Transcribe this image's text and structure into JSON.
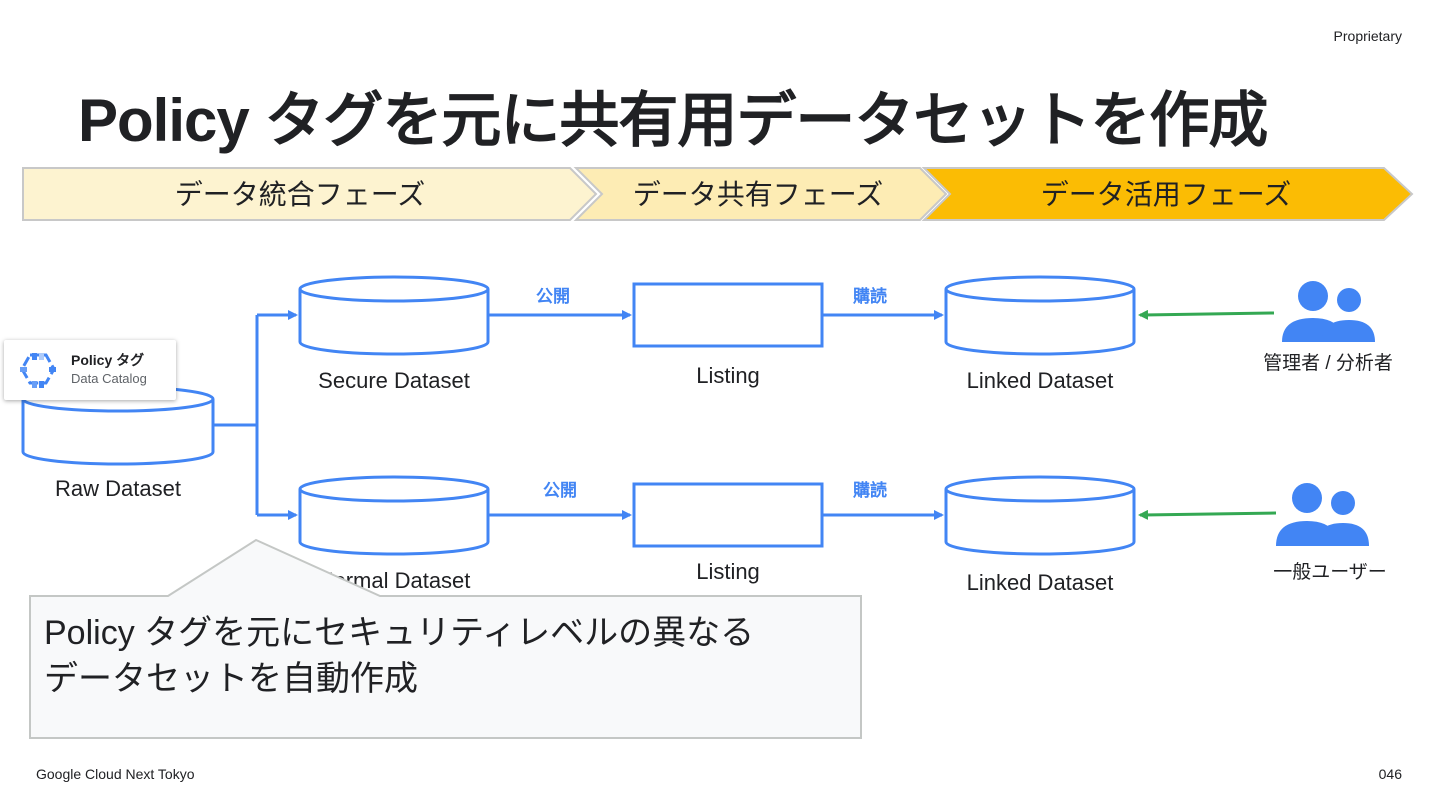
{
  "header": {
    "proprietary": "Proprietary",
    "title": "Policy タグを元に共有用データセットを作成"
  },
  "phases": [
    {
      "label": "データ統合フェーズ",
      "color": "#fdf3d0"
    },
    {
      "label": "データ共有フェーズ",
      "color": "#fdecb4"
    },
    {
      "label": "データ活用フェーズ",
      "color": "#fbbc04"
    }
  ],
  "policy_card": {
    "title": "Policy タグ",
    "subtitle": "Data Catalog",
    "icon": "data-catalog-icon"
  },
  "nodes": {
    "raw": "Raw Dataset",
    "secure": "Secure Dataset",
    "normal": "Normal Dataset",
    "listing_top": "Listing",
    "listing_bottom": "Listing",
    "linked_top": "Linked Dataset",
    "linked_bottom": "Linked Dataset"
  },
  "edges": {
    "publish_top": "公開",
    "subscribe_top": "購読",
    "publish_bottom": "公開",
    "subscribe_bottom": "購読"
  },
  "users": {
    "top": "管理者 / 分析者",
    "bottom": "一般ユーザー",
    "icon": "users-icon"
  },
  "callout": {
    "line1": "Policy タグを元にセキュリティレベルの異なる",
    "line2": "データセットを自動作成"
  },
  "footer": {
    "event": "Google Cloud Next Tokyo",
    "page": "046"
  },
  "colors": {
    "accent_blue": "#4285f4",
    "arrow_green": "#34a853",
    "callout_bg": "#f8f9fa"
  }
}
